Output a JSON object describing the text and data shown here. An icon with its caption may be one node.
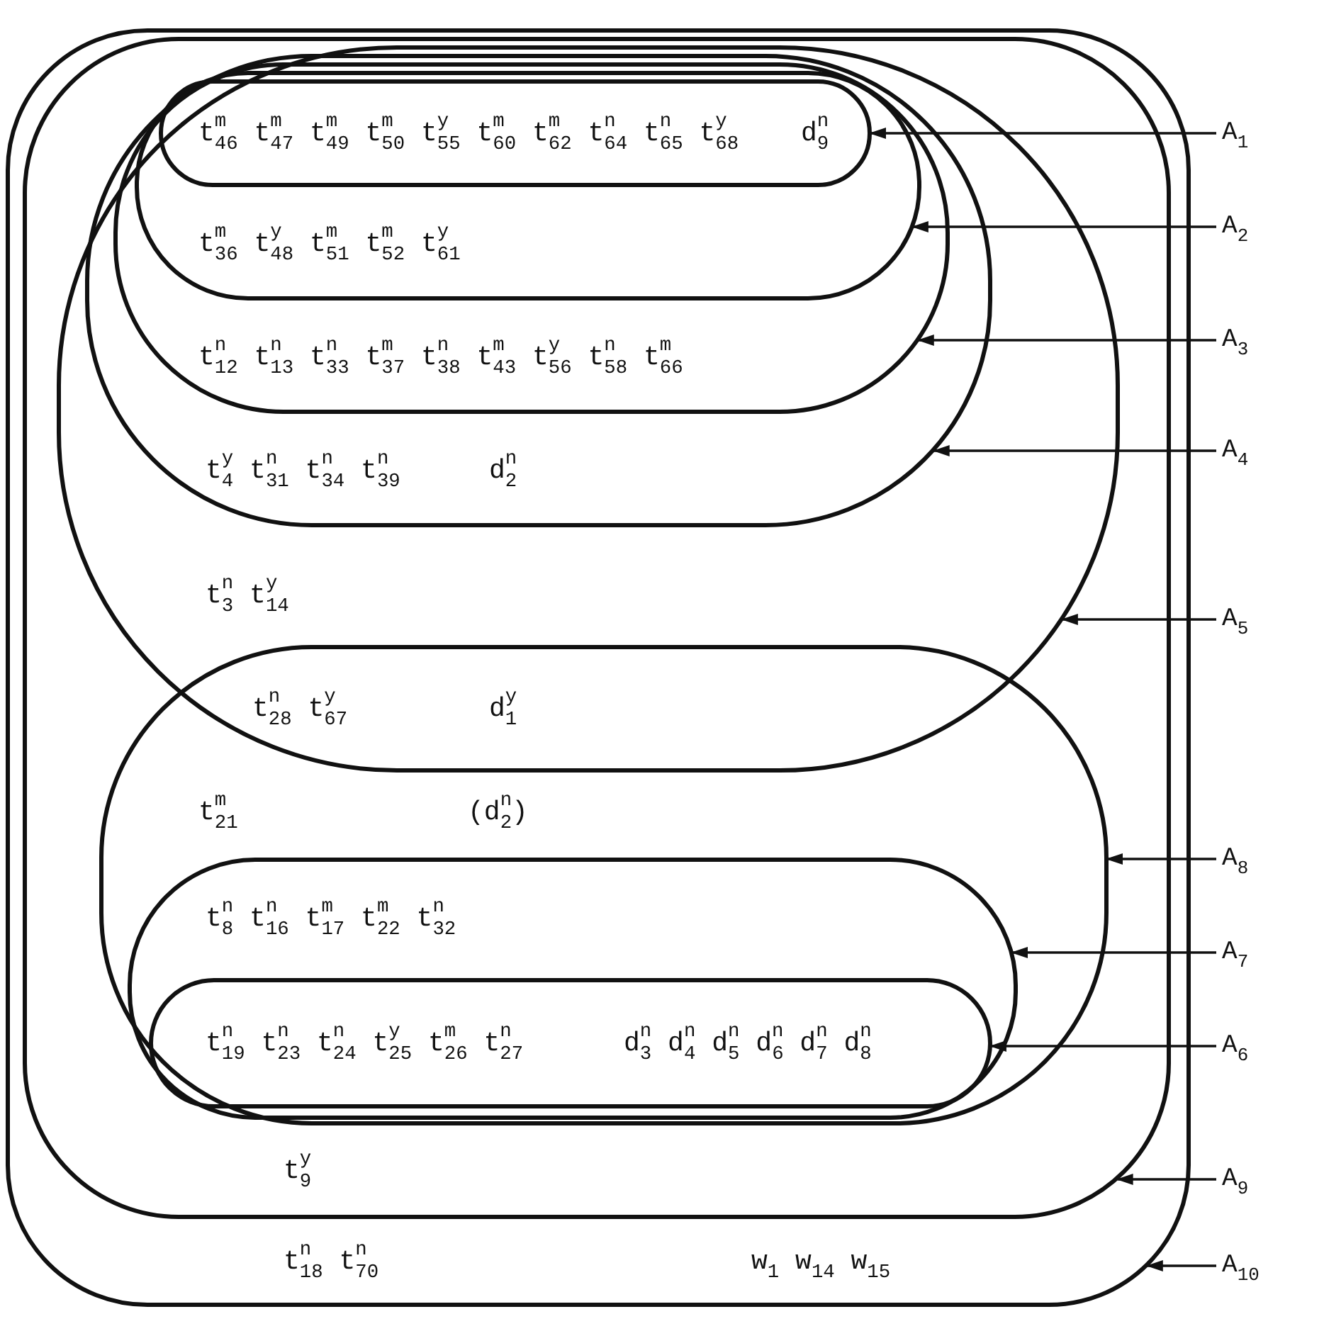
{
  "diagram": {
    "nodes": [
      {
        "text": [
          "t$^{n}$$_{18}$ t$^{n}$$_{70}$",
          "w$_{1}$ w$_{14}$ w$_{15}$"
        ]
      },
      {
        "text": [
          "t$^{y}$$_{9}$"
        ],
        "in": 0
      },
      {
        "text": [
          "t$^{n}$$_{3}$ t$^{y}$$_{14}$"
        ],
        "in": 1
      },
      {
        "text": [
          "t$^{y}$$_{4}$ t$^{n}$$_{31}$ t$^{n}$$_{34}$ t$^{n}$$_{39}$",
          "d$^{n}$$_{2}$"
        ],
        "in": 2
      },
      {
        "text": [
          "t$^{n}$$_{12}$ t$^{n}$$_{13}$ t$^{n}$$_{33}$ t$^{m}$$_{37}$ t$^{n}$$_{38}$ t$^{m}$$_{43}$ t$^{y}$$_{56}$ t$^{n}$$_{58}$ t$^{m}$$_{66}$"
        ],
        "in": 3
      },
      {
        "text": [
          "t$^{m}$$_{36}$ t$^{y}$$_{48}$ t$^{m}$$_{51}$ t$^{m}$$_{52}$ t$^{y}$$_{61}$"
        ],
        "in": 4
      },
      {
        "text": [
          "t$^{m}$$_{46}$ t$^{m}$$_{47}$ t$^{m}$$_{49}$ t$^{m}$$_{50}$ t$^{y}$$_{55}$ t$^{m}$$_{60}$ t$^{m}$$_{62}$ t$^{n}$$_{64}$ t$^{n}$$_{65}$ t$^{y}$$_{68}$",
          "d$^{n}$$_{9}$"
        ],
        "in": 5
      },
      {
        "text": [
          "t$^{m}$$_{21}$",
          "(d$^{n}$$_{2}$)"
        ],
        "in": 1
      },
      {
        "text": [
          "t$^{n}$$_{8}$ t$^{n}$$_{16}$ t$^{m}$$_{17}$ t$^{m}$$_{22}$ t$^{n}$$_{32}$"
        ],
        "in": 7
      },
      {
        "text": [
          "t$^{n}$$_{19}$ t$^{n}$$_{23}$ t$^{n}$$_{24}$ t$^{y}$$_{25}$ t$^{m}$$_{26}$ t$^{n}$$_{27}$",
          "d$^{n}$$_{3}$ d$^{n}$$_{4}$ d$^{n}$$_{5}$ d$^{n}$$_{6}$ d$^{n}$$_{7}$ d$^{n}$$_{8}$"
        ],
        "in": 8
      },
      {
        "text": [
          "A$_{1}$"
        ]
      },
      {
        "text": [
          "A$_{2}$"
        ]
      },
      {
        "text": [
          "A$_{3}$"
        ]
      },
      {
        "text": [
          "A$_{4}$"
        ]
      },
      {
        "text": [
          "A$_{5}$"
        ]
      },
      {
        "text": [
          "A$_{8}$"
        ]
      },
      {
        "text": [
          "A$_{7}$"
        ]
      },
      {
        "text": [
          "A$_{6}$"
        ]
      },
      {
        "text": [
          "A$_{9}$"
        ]
      },
      {
        "text": [
          "A$_{10}$"
        ]
      }
    ],
    "edges": [
      {
        "from": 10,
        "to": 6,
        "arrow": "to"
      },
      {
        "from": 11,
        "to": 5,
        "arrow": "to"
      },
      {
        "from": 12,
        "to": 4,
        "arrow": "to"
      },
      {
        "from": 13,
        "to": 3,
        "arrow": "to"
      },
      {
        "from": 14,
        "to": 2,
        "arrow": "to"
      },
      {
        "from": 15,
        "to": 7,
        "arrow": "to"
      },
      {
        "from": 16,
        "to": 8,
        "arrow": "to"
      },
      {
        "from": 17,
        "to": 9,
        "arrow": "to"
      },
      {
        "from": 18,
        "to": 1,
        "arrow": "to"
      },
      {
        "from": 19,
        "to": 0,
        "arrow": "to"
      }
    ],
    "labels": [
      "t$^{n}$$_{28}$ t$^{y}$$_{67}$",
      "d$^{y}$$_{1}$"
    ]
  }
}
